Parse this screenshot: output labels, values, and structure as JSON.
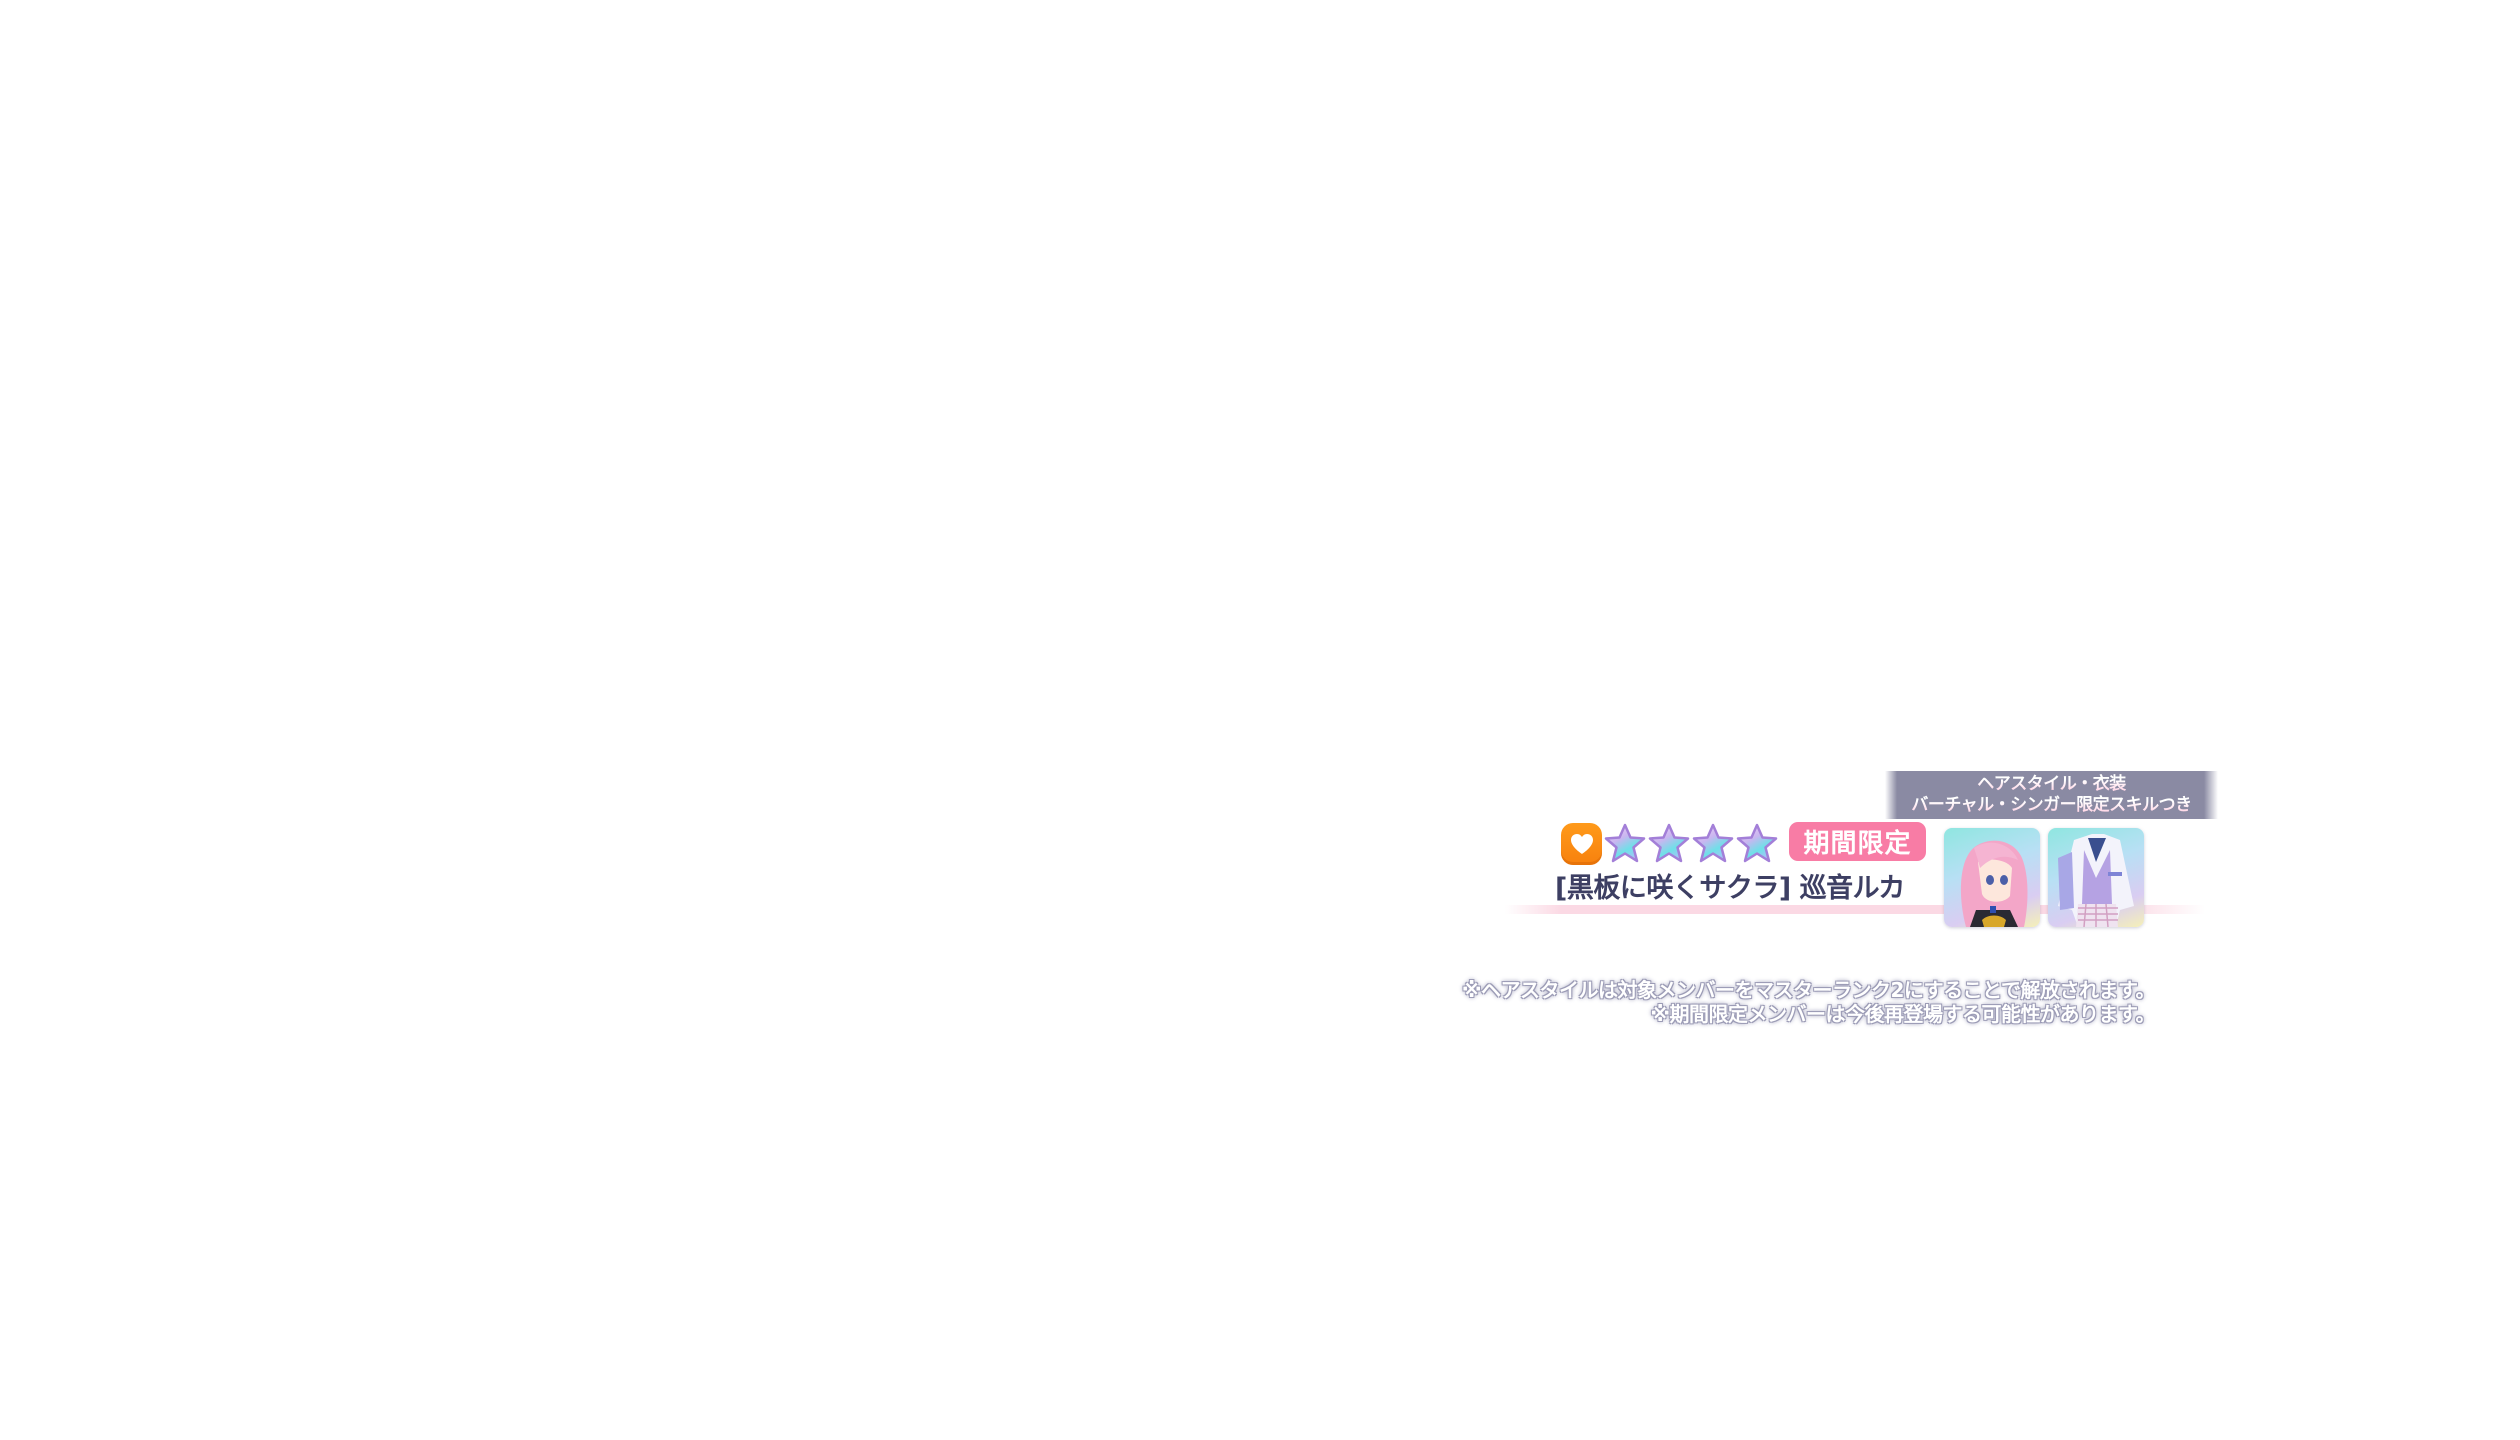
{
  "banner": {
    "line1": "ヘアスタイル・衣装",
    "line2": "バーチャル・シンガー限定スキルつき"
  },
  "card": {
    "attribute_icon": "heart-icon",
    "rarity_stars": 4,
    "limited_badge": "期間限定",
    "name": "[黒板に咲くサクラ] 巡音ルカ",
    "thumbnails": [
      {
        "label": "hairstyle",
        "icon": "character-portrait"
      },
      {
        "label": "costume",
        "icon": "costume-outfit"
      }
    ]
  },
  "footnotes": [
    "※ヘアスタイルは対象メンバーをマスターランク2にすることで解放されます。",
    "※期間限定メンバーは今後再登場する可能性があります。"
  ],
  "colors": {
    "banner_bg": "#8a8aa3",
    "badge_bg": "#f87ca5",
    "heart_bg": "#f7810e",
    "name_text": "#3d3f63",
    "accent_line": "#fbd9e4"
  }
}
